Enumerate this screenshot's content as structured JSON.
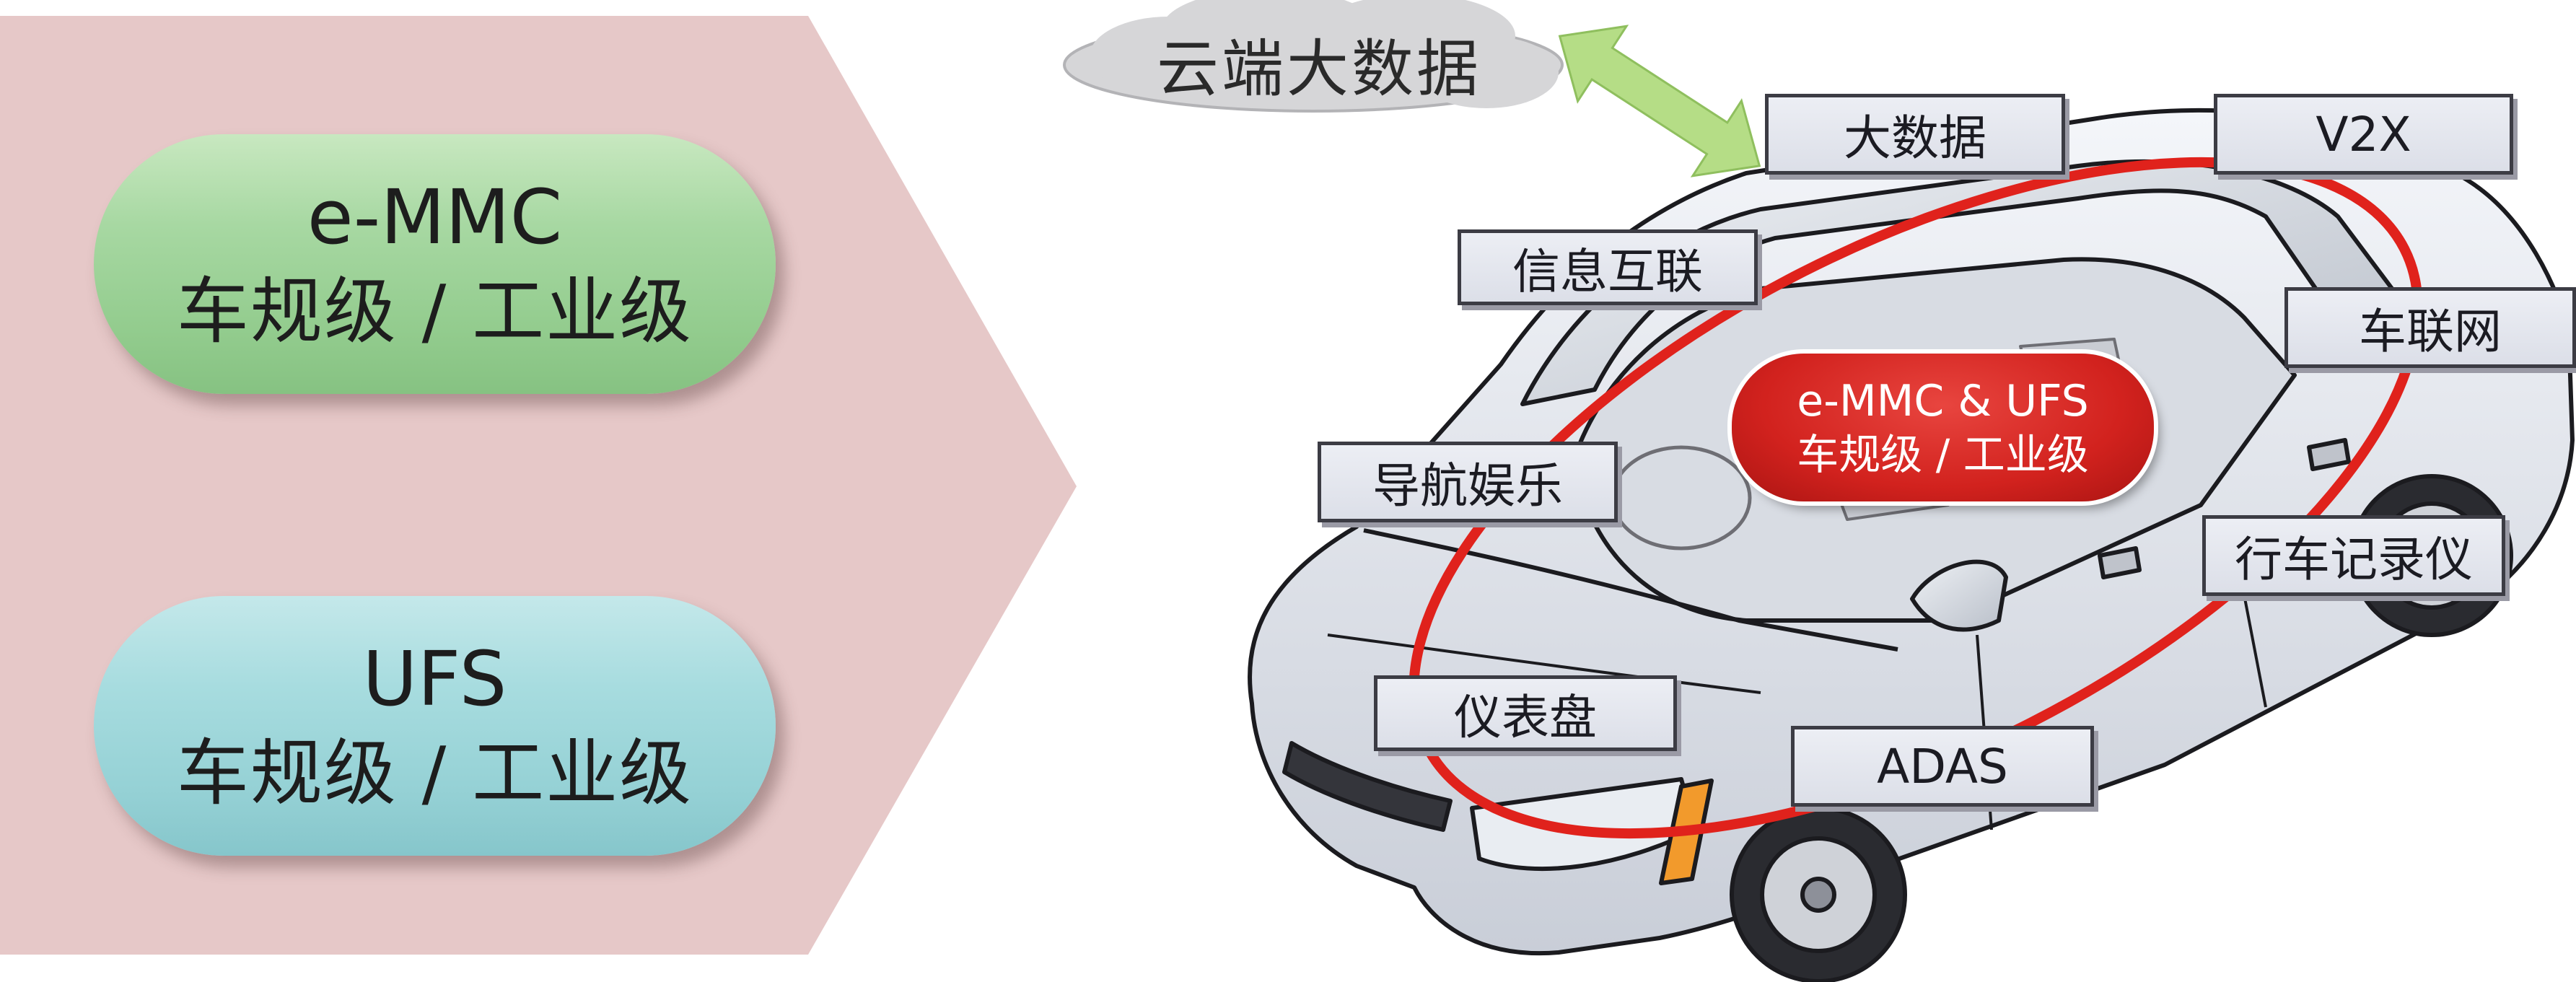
{
  "left_panel": {
    "emmc": {
      "title": "e-MMC",
      "grade": "车规级 / 工业级"
    },
    "ufs": {
      "title": "UFS",
      "grade": "车规级 / 工业级"
    }
  },
  "cloud": {
    "label": "云端大数据"
  },
  "center_badge": {
    "line1": "e-MMC & UFS",
    "line2": "车规级 / 工业级"
  },
  "labels": {
    "big_data": "大数据",
    "v2x": "V2X",
    "info_interconnect": "信息互联",
    "iov": "车联网",
    "navigation": "导航娱乐",
    "dashcam": "行车记录仪",
    "dashboard": "仪表盘",
    "adas": "ADAS"
  },
  "colors": {
    "arrow_band": "#e6c8c8",
    "emmc_pill": "#a7d8a2",
    "ufs_pill": "#a7dcdf",
    "ring": "#e0221c",
    "badge": "#d2221e",
    "double_arrow": "#b5dd86",
    "cloud": "#d6d6d8"
  }
}
